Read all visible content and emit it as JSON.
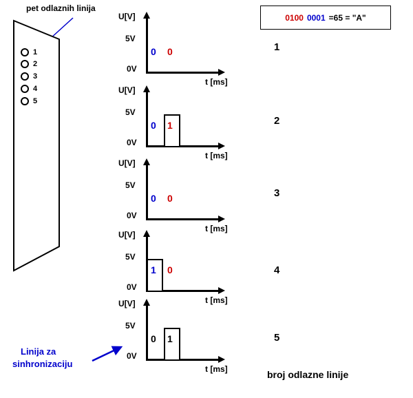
{
  "pins_title": "pet odlaznih linija",
  "connector": {
    "pins": [
      {
        "label": "1"
      },
      {
        "label": "2"
      },
      {
        "label": "3"
      },
      {
        "label": "4"
      },
      {
        "label": "5"
      }
    ]
  },
  "formula": {
    "red_bits": "0100",
    "blue_bits": "0001",
    "equals": "=65 = \"A\""
  },
  "graphs": [
    {
      "u_label": "U[V]",
      "v5": "5V",
      "v0": "0V",
      "t_label": "t [ms]",
      "line_number": "1",
      "bit1": "0",
      "bit2": "0",
      "bit1_color": "#0000cc",
      "bit2_color": "#cc0000",
      "pulse": "none"
    },
    {
      "u_label": "U[V]",
      "v5": "5V",
      "v0": "0V",
      "t_label": "t [ms]",
      "line_number": "2",
      "bit1": "0",
      "bit2": "1",
      "bit1_color": "#0000cc",
      "bit2_color": "#cc0000",
      "pulse": "slot2"
    },
    {
      "u_label": "U[V]",
      "v5": "5V",
      "v0": "0V",
      "t_label": "t [ms]",
      "line_number": "3",
      "bit1": "0",
      "bit2": "0",
      "bit1_color": "#0000cc",
      "bit2_color": "#cc0000",
      "pulse": "none"
    },
    {
      "u_label": "U[V]",
      "v5": "5V",
      "v0": "0V",
      "t_label": "t [ms]",
      "line_number": "4",
      "bit1": "1",
      "bit2": "0",
      "bit1_color": "#0000cc",
      "bit2_color": "#cc0000",
      "pulse": "slot1"
    },
    {
      "u_label": "U[V]",
      "v5": "5V",
      "v0": "0V",
      "t_label": "t [ms]",
      "line_number": "5",
      "bit1": "0",
      "bit2": "1",
      "bit1_color": "#000000",
      "bit2_color": "#000000",
      "pulse": "slot2"
    }
  ],
  "sync_label_line1": "Linija za",
  "sync_label_line2": "sinhronizaciju",
  "bottom_caption": "broj odlazne linije",
  "colors": {
    "blue": "#0000cc",
    "red": "#cc0000"
  }
}
